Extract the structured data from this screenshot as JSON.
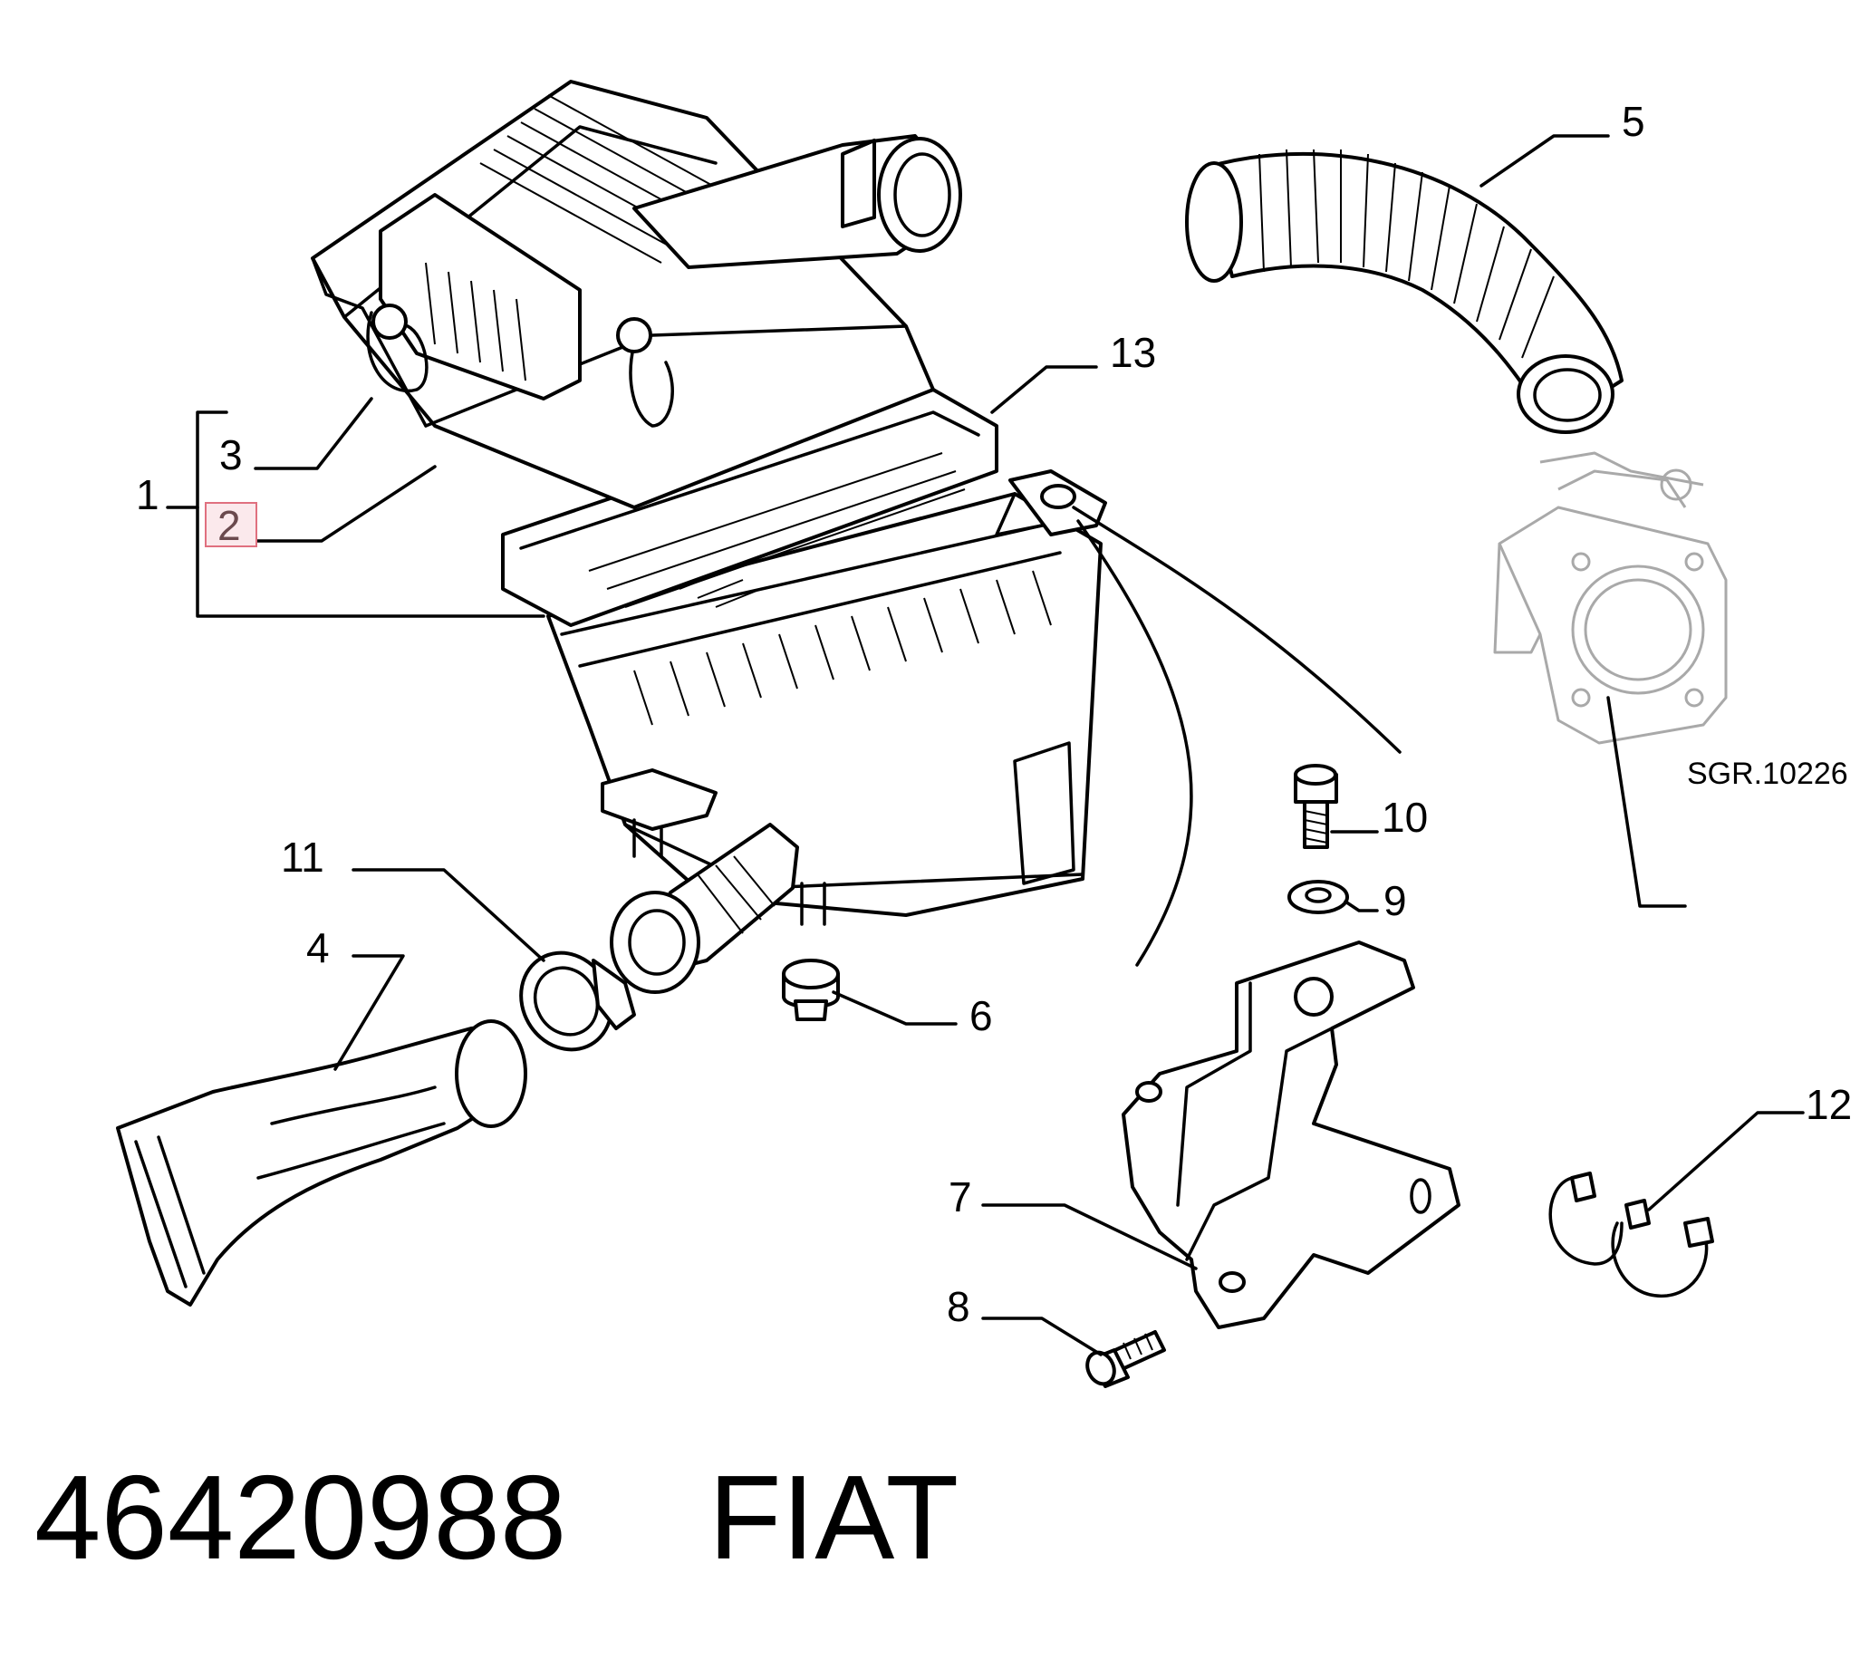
{
  "labels": {
    "l1": "1",
    "l2": "2",
    "l3": "3",
    "l4": "4",
    "l5": "5",
    "l6": "6",
    "l7": "7",
    "l8": "8",
    "l9": "9",
    "l10": "10",
    "l11": "11",
    "l12": "12",
    "l13": "13",
    "ref": "SGR.10226"
  },
  "highlighted_label": "2",
  "footer": {
    "part_number": "46420988",
    "brand": "FIAT"
  },
  "colors": {
    "line": "#000000",
    "ghost_part": "#a9a9a9",
    "highlight_fill": "#fbe9ec",
    "highlight_border": "#e0707f"
  }
}
